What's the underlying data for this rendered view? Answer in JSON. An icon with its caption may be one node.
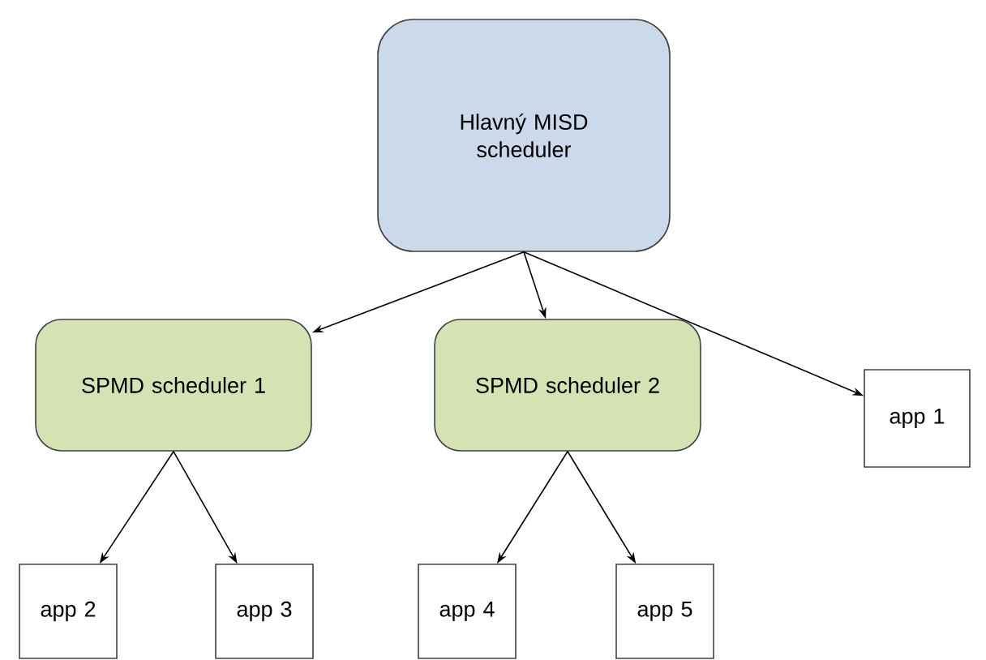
{
  "diagram": {
    "nodes": [
      {
        "text": [
          "Hlavný MISD scheduler"
        ]
      },
      {
        "text": [
          "SPMD scheduler 1"
        ]
      },
      {
        "text": [
          "SPMD scheduler 2"
        ]
      },
      {
        "text": [
          "app 1"
        ]
      },
      {
        "text": [
          "app 2"
        ]
      },
      {
        "text": [
          "app 3"
        ]
      },
      {
        "text": [
          "app 4"
        ]
      },
      {
        "text": [
          "app 5"
        ]
      }
    ],
    "edges": [
      {
        "from": 0,
        "to": 1,
        "arrow": "to"
      },
      {
        "from": 0,
        "to": 2,
        "arrow": "to"
      },
      {
        "from": 0,
        "to": 3,
        "arrow": "to"
      },
      {
        "from": 1,
        "to": 4,
        "arrow": "to"
      },
      {
        "from": 1,
        "to": 5,
        "arrow": "to"
      },
      {
        "from": 2,
        "to": 6,
        "arrow": "to"
      },
      {
        "from": 2,
        "to": 7,
        "arrow": "to"
      }
    ]
  }
}
